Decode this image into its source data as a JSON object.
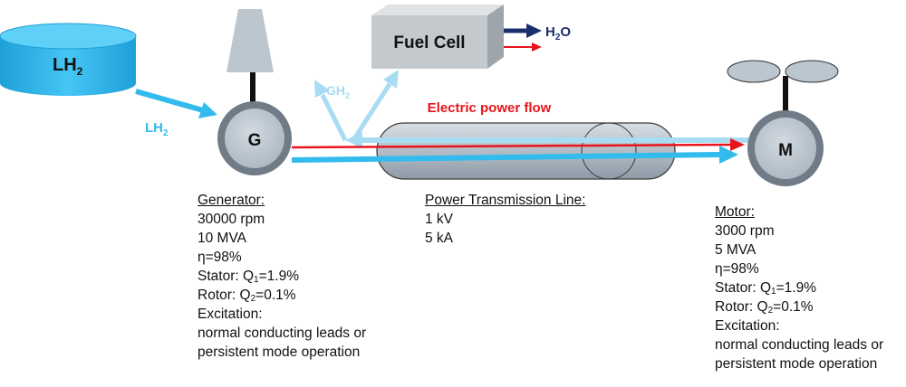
{
  "tank": {
    "label": "LH",
    "sub": "2"
  },
  "lh2_flow": {
    "label": "LH",
    "sub": "2"
  },
  "gh2_flow": {
    "label": "GH",
    "sub": "2"
  },
  "fuel_cell": {
    "label": "Fuel Cell"
  },
  "water_out": {
    "label": "H",
    "sub": "2",
    "suffix": "O"
  },
  "generator_symbol": "G",
  "motor_symbol": "M",
  "power_flow_label": "Electric power flow",
  "generator": {
    "heading": "Generator:",
    "speed": "30000 rpm",
    "power": "10 MVA",
    "efficiency": "η=98%",
    "stator": {
      "prefix": "Stator: Q",
      "sub": "1",
      "suffix": "=1.9%"
    },
    "rotor": {
      "prefix": "Rotor: Q",
      "sub": "2",
      "suffix": "=0.1%"
    },
    "excitation": "Excitation:",
    "excitation_line1": "normal conducting leads or",
    "excitation_line2": "persistent mode operation"
  },
  "line": {
    "heading": "Power Transmission Line:",
    "voltage": "1 kV",
    "current": "5 kA"
  },
  "motor": {
    "heading": "Motor:",
    "speed": "3000 rpm",
    "power": "5 MVA",
    "efficiency": "η=98%",
    "stator": {
      "prefix": "Stator: Q",
      "sub": "1",
      "suffix": "=1.9%"
    },
    "rotor": {
      "prefix": "Rotor: Q",
      "sub": "2",
      "suffix": "=0.1%"
    },
    "excitation": "Excitation:",
    "excitation_line1": "normal conducting leads or",
    "excitation_line2": "persistent mode operation"
  },
  "colors": {
    "lh2_blue": "#33bbee",
    "gh2_blue": "#a8dcf2",
    "electric_red": "#e8141c",
    "water_navy": "#1b2f6e",
    "machine_gray": "#bcc6cf",
    "fuel_cell_gray": "#c4c9cd"
  }
}
